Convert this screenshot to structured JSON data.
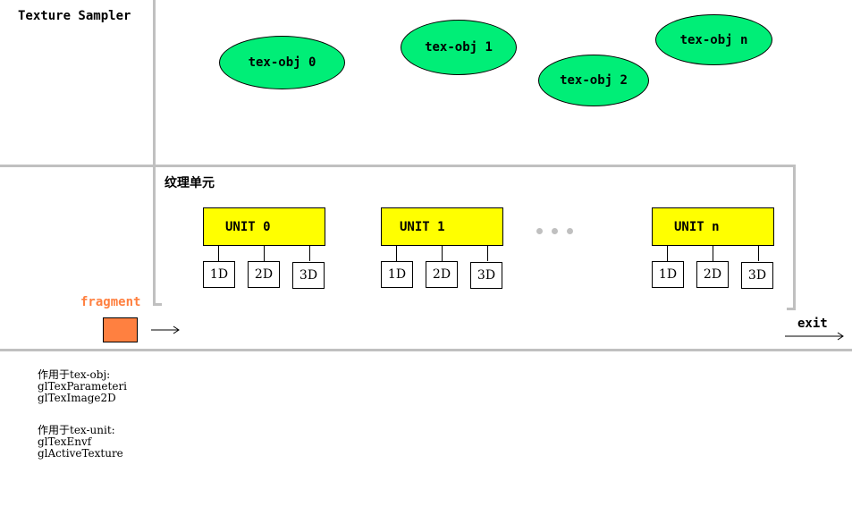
{
  "sampler_title": "Texture Sampler",
  "tex_objects": [
    "tex-obj 0",
    "tex-obj 1",
    "tex-obj 2",
    "tex-obj n"
  ],
  "units_title": "纹理单元",
  "units": [
    {
      "label": "UNIT 0",
      "dims": [
        "1D",
        "2D",
        "3D"
      ]
    },
    {
      "label": "UNIT 1",
      "dims": [
        "1D",
        "2D",
        "3D"
      ]
    },
    {
      "label": "UNIT n",
      "dims": [
        "1D",
        "2D",
        "3D"
      ]
    }
  ],
  "fragment_label": "fragment",
  "exit_label": "exit",
  "notes": {
    "obj_heading": "作用于tex-obj:",
    "obj_funcs": [
      "glTexParameteri",
      "glTexImage2D"
    ],
    "unit_heading": "作用于tex-unit:",
    "unit_funcs": [
      "glTexEnvf",
      "glActiveTexture"
    ]
  },
  "colors": {
    "tex_obj_fill": "#00ee77",
    "unit_fill": "#ffff00",
    "fragment_fill": "#ff8040",
    "fragment_text": "#ff8040",
    "lines": "#c0c0c0"
  }
}
